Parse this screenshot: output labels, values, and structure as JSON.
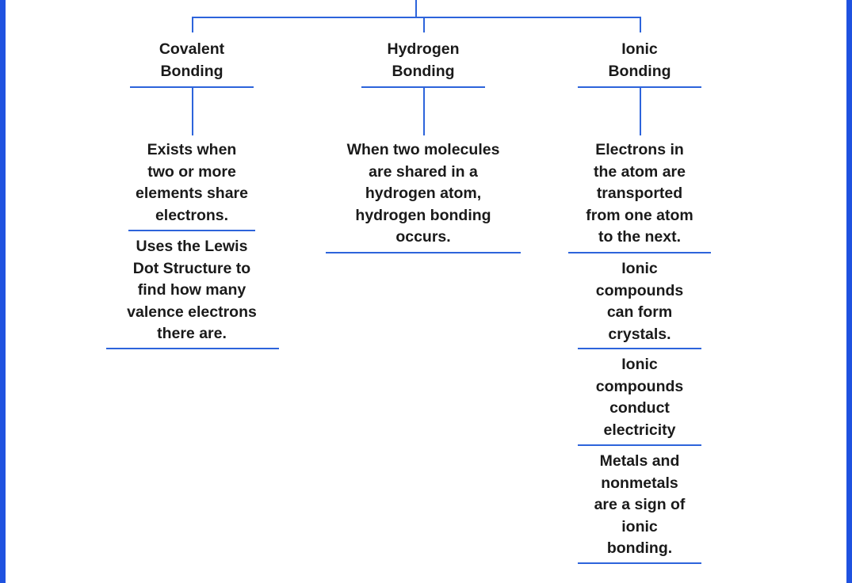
{
  "accent_color": "#1f52e0",
  "line_color": "#2d64db",
  "branches": [
    {
      "title": "Covalent\nBonding",
      "notes": [
        "Exists when\ntwo or more\nelements share\nelectrons.",
        "Uses the Lewis\nDot Structure to\nfind how many\nvalence electrons\nthere are."
      ]
    },
    {
      "title": "Hydrogen\nBonding",
      "notes": [
        "When two molecules\nare shared in a\nhydrogen atom,\nhydrogen bonding\noccurs."
      ]
    },
    {
      "title": "Ionic\nBonding",
      "notes": [
        "Electrons in\nthe atom are\ntransported\nfrom one atom\nto the next.",
        "Ionic\ncompounds\ncan form\ncrystals.",
        "Ionic\ncompounds\nconduct\nelectricity",
        "Metals and\nnonmetals\nare a sign of\nionic\nbonding."
      ]
    }
  ]
}
